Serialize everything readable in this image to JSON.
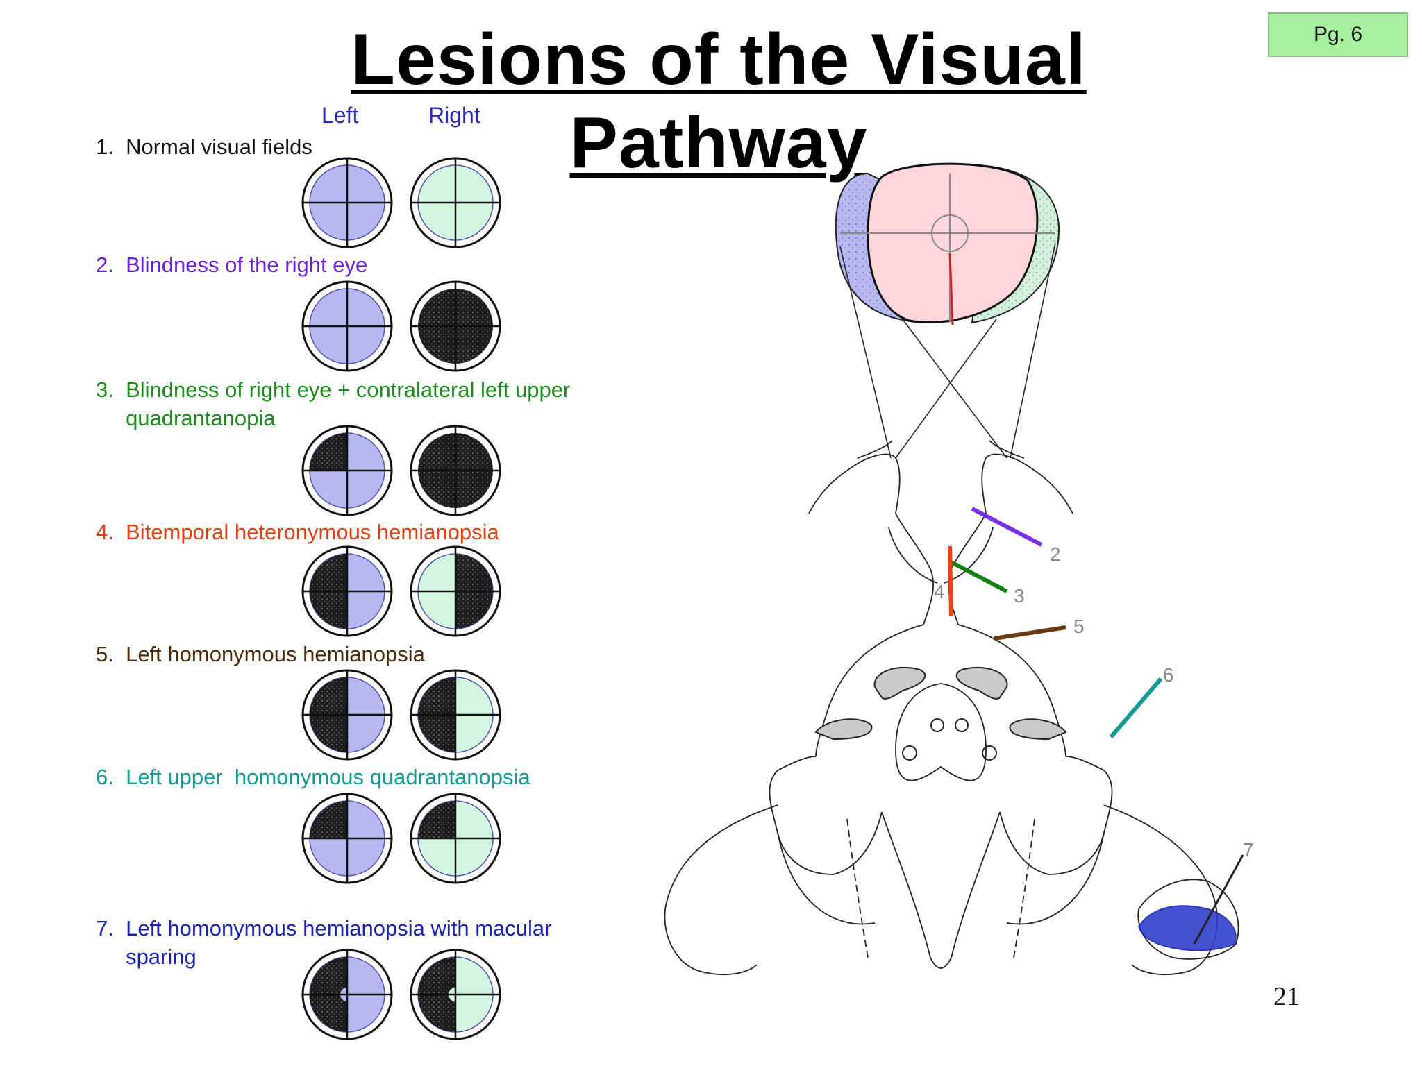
{
  "page": {
    "title": "Lesions of the Visual Pathway",
    "page_tag": "Pg. 6",
    "page_number": "21"
  },
  "columns": {
    "left": "Left",
    "right": "Right"
  },
  "cases": [
    {
      "label": "1.  Normal visual fields",
      "color": "#111111"
    },
    {
      "label": "2.  Blindness of the right eye",
      "color": "#6a1fd8"
    },
    {
      "label": "3.  Blindness of right eye + contralateral left upper\n     quadrantanopia",
      "color": "#1a8a1a"
    },
    {
      "label": "4.  Bitemporal heteronymous hemianopsia",
      "color": "#e0400f"
    },
    {
      "label": "5.  Left homonymous hemianopsia",
      "color": "#4a2a0a"
    },
    {
      "label": "6.  Left upper  homonymous quadrantanopsia",
      "color": "#159a92"
    },
    {
      "label": "7.  Left homonymous hemianopsia with macular\n     sparing",
      "color": "#1a22b0"
    }
  ],
  "lesion_labels": [
    "2",
    "3",
    "4",
    "5",
    "6",
    "7"
  ],
  "colors": {
    "left_field": "#b6b9f0",
    "right_field": "#d2f5df",
    "central_field": "#ffd6dc",
    "blind": "#222222",
    "lesion_2": "#7a2ee8",
    "lesion_3": "#128012",
    "lesion_4": "#f04010",
    "lesion_5": "#6a3a10",
    "lesion_6": "#139a92",
    "lesion_7": "#1a22b0"
  }
}
